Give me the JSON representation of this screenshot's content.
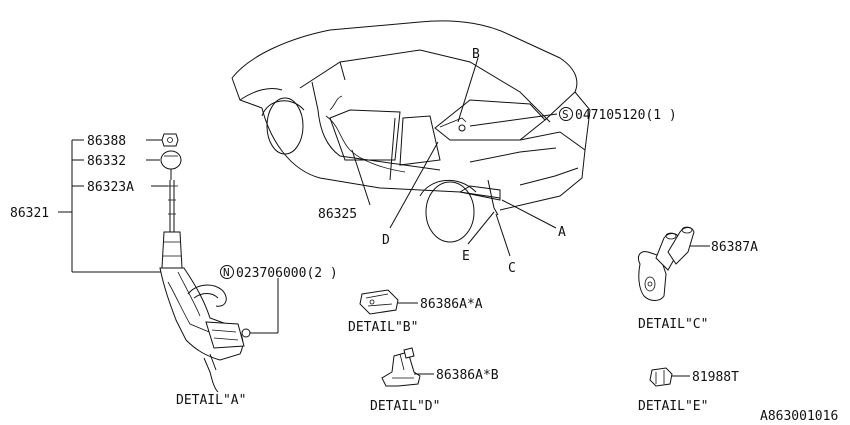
{
  "callouts": {
    "b": "B",
    "d": "D",
    "e": "E",
    "c": "C",
    "a": "A"
  },
  "screw_part": "047105120(1 )",
  "screw_marker": "S",
  "nut_part": "023706000(2 )",
  "nut_marker": "N",
  "parts": {
    "p86388": "86388",
    "p86332": "86332",
    "p86323a": "86323A",
    "p86321": "86321",
    "p86325": "86325",
    "p86387a": "86387A",
    "p86386a_a": "86386A*A",
    "p86386a_b": "86386A*B",
    "p81988t": "81988T"
  },
  "details": {
    "a": "DETAIL\"A\"",
    "b": "DETAIL\"B\"",
    "c": "DETAIL\"C\"",
    "d": "DETAIL\"D\"",
    "e": "DETAIL\"E\""
  },
  "diagram_id": "A863001016"
}
